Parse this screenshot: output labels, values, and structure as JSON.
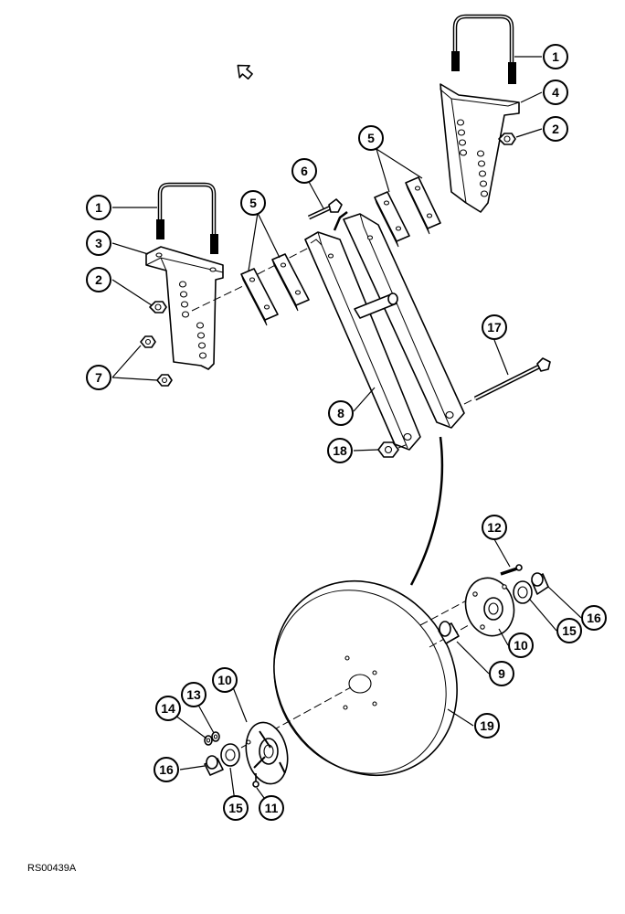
{
  "diagram": {
    "reference_code": "RS00439A",
    "callouts": [
      {
        "id": "c1-top",
        "label": "1"
      },
      {
        "id": "c4",
        "label": "4"
      },
      {
        "id": "c2-top",
        "label": "2"
      },
      {
        "id": "c5-right",
        "label": "5"
      },
      {
        "id": "c6",
        "label": "6"
      },
      {
        "id": "c1-left",
        "label": "1"
      },
      {
        "id": "c5-left",
        "label": "5"
      },
      {
        "id": "c3",
        "label": "3"
      },
      {
        "id": "c2-left",
        "label": "2"
      },
      {
        "id": "c7",
        "label": "7"
      },
      {
        "id": "c17",
        "label": "17"
      },
      {
        "id": "c8",
        "label": "8"
      },
      {
        "id": "c18",
        "label": "18"
      },
      {
        "id": "c12",
        "label": "12"
      },
      {
        "id": "c16-right",
        "label": "16"
      },
      {
        "id": "c15-right",
        "label": "15"
      },
      {
        "id": "c10-right",
        "label": "10"
      },
      {
        "id": "c9",
        "label": "9"
      },
      {
        "id": "c19",
        "label": "19"
      },
      {
        "id": "c10-left",
        "label": "10"
      },
      {
        "id": "c13",
        "label": "13"
      },
      {
        "id": "c14",
        "label": "14"
      },
      {
        "id": "c16-left",
        "label": "16"
      },
      {
        "id": "c15-left",
        "label": "15"
      },
      {
        "id": "c11",
        "label": "11"
      }
    ]
  }
}
